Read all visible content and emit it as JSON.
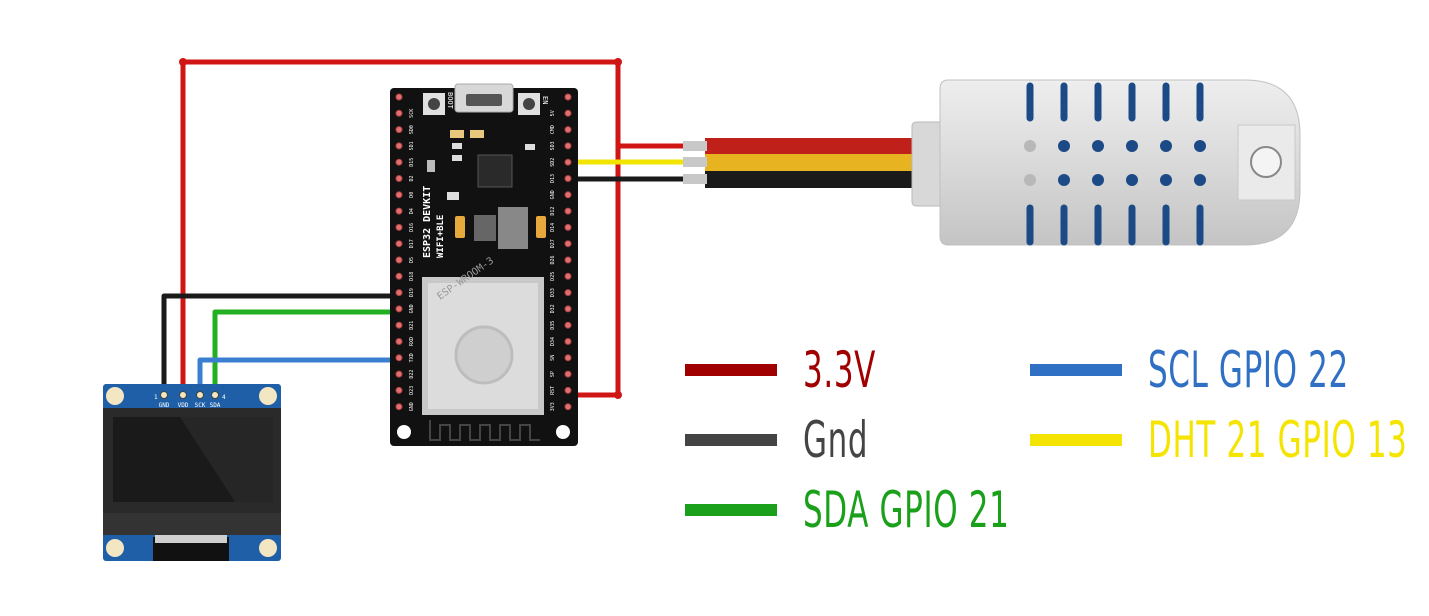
{
  "diagram": {
    "esp32": {
      "title_line1": "ESP32 DEVKIT",
      "title_line2": "WIFI+BLE",
      "module_label": "ESP-WROOM-3",
      "boot_label": "BOOT",
      "en_label": "EN",
      "left_pins": [
        "",
        "SCK",
        "SD0",
        "SD1",
        "D15",
        "D2",
        "D0",
        "D4",
        "D16",
        "D17",
        "D5",
        "D18",
        "D19",
        "GND",
        "D21",
        "RXD",
        "TXD",
        "D22",
        "D23",
        "GND"
      ],
      "right_pins": [
        "",
        "5V",
        "CMD",
        "SD3",
        "SD2",
        "D13",
        "GND",
        "D12",
        "D14",
        "D27",
        "D26",
        "D25",
        "D33",
        "D32",
        "D35",
        "D34",
        "SN",
        "SP",
        "RST",
        "3V3"
      ]
    },
    "oled": {
      "pin_labels": [
        "GND",
        "VDD",
        "SCK",
        "SDA"
      ],
      "pin_index_left": "1",
      "pin_index_right": "4"
    }
  },
  "legend": [
    {
      "label": "3.3V",
      "color": "#a00000"
    },
    {
      "label": "Gnd",
      "color": "#444444"
    },
    {
      "label": "SDA GPIO 21",
      "color": "#1aa01a"
    },
    {
      "label": "SCL GPIO 22",
      "color": "#2f6fc4"
    },
    {
      "label": "DHT 21 GPIO 13",
      "color": "#f5e400"
    }
  ],
  "colors": {
    "vcc": "#d01515",
    "gnd": "#1a1a1a",
    "sda": "#22b022",
    "scl": "#3a7fd0",
    "dht": "#f0e400",
    "board": "#111111",
    "oled_pcb": "#1e5fa8"
  }
}
